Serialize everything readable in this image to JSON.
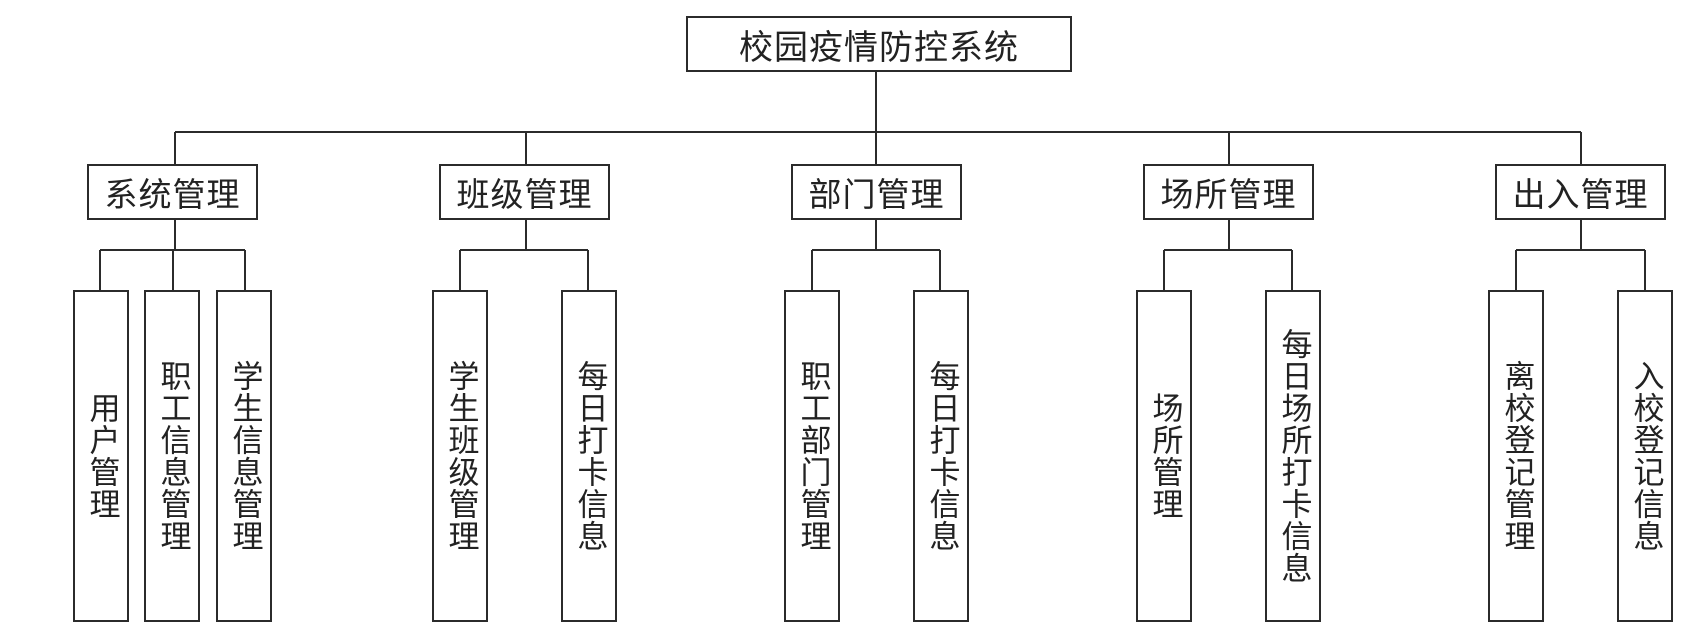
{
  "root": {
    "label": "校园疫情防控系统"
  },
  "modules": [
    {
      "label": "系统管理",
      "children": [
        "用户管理",
        "职工信息管理",
        "学生信息管理"
      ]
    },
    {
      "label": "班级管理",
      "children": [
        "学生班级管理",
        "每日打卡信息"
      ]
    },
    {
      "label": "部门管理",
      "children": [
        "职工部门管理",
        "每日打卡信息"
      ]
    },
    {
      "label": "场所管理",
      "children": [
        "场所管理",
        "每日场所打卡信息"
      ]
    },
    {
      "label": "出入管理",
      "children": [
        "离校登记管理",
        "入校登记信息"
      ]
    }
  ],
  "style": {
    "line_color": "#2b2b2b",
    "text_color": "#222222"
  }
}
